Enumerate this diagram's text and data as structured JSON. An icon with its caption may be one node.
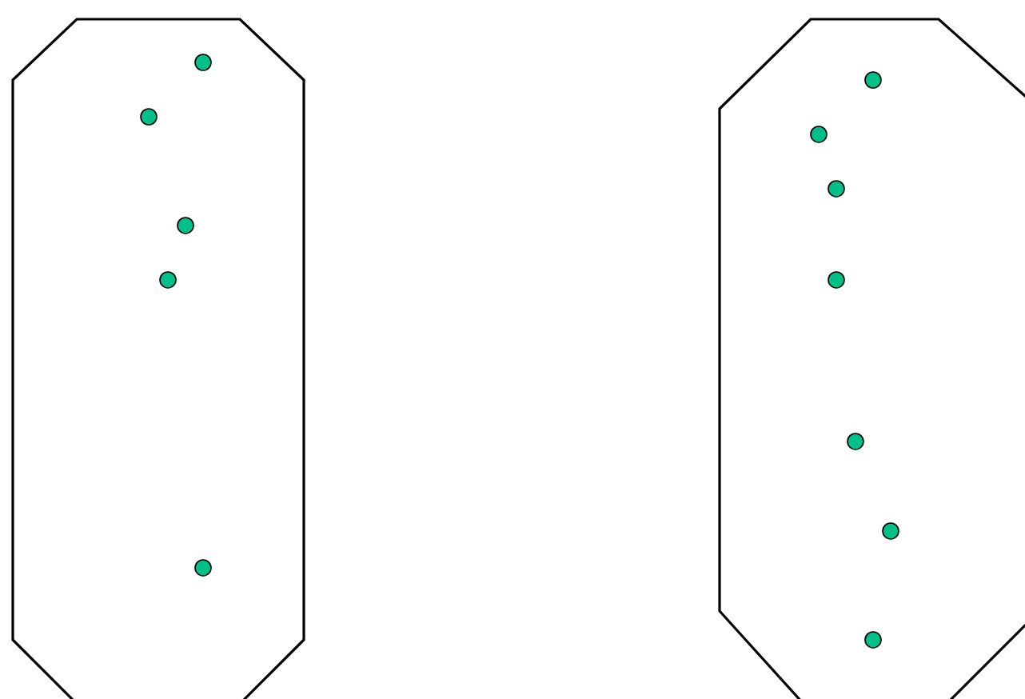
{
  "diagram": {
    "nodes": [
      {
        "text": [],
        "shape": "octagon"
      },
      {
        "text": [],
        "shape": "circle",
        "in": 0
      },
      {
        "text": [],
        "shape": "circle",
        "in": 0
      },
      {
        "text": [],
        "shape": "circle",
        "in": 0
      },
      {
        "text": [],
        "shape": "circle",
        "in": 0
      },
      {
        "text": [],
        "shape": "circle",
        "in": 0
      },
      {
        "text": [],
        "shape": "octagon"
      },
      {
        "text": [],
        "shape": "circle",
        "in": 6
      },
      {
        "text": [],
        "shape": "circle",
        "in": 6
      },
      {
        "text": [],
        "shape": "circle",
        "in": 6
      },
      {
        "text": [],
        "shape": "circle",
        "in": 6
      },
      {
        "text": [],
        "shape": "circle",
        "in": 6
      },
      {
        "text": [],
        "shape": "circle",
        "in": 6
      },
      {
        "text": [],
        "shape": "circle",
        "in": 6
      }
    ]
  }
}
